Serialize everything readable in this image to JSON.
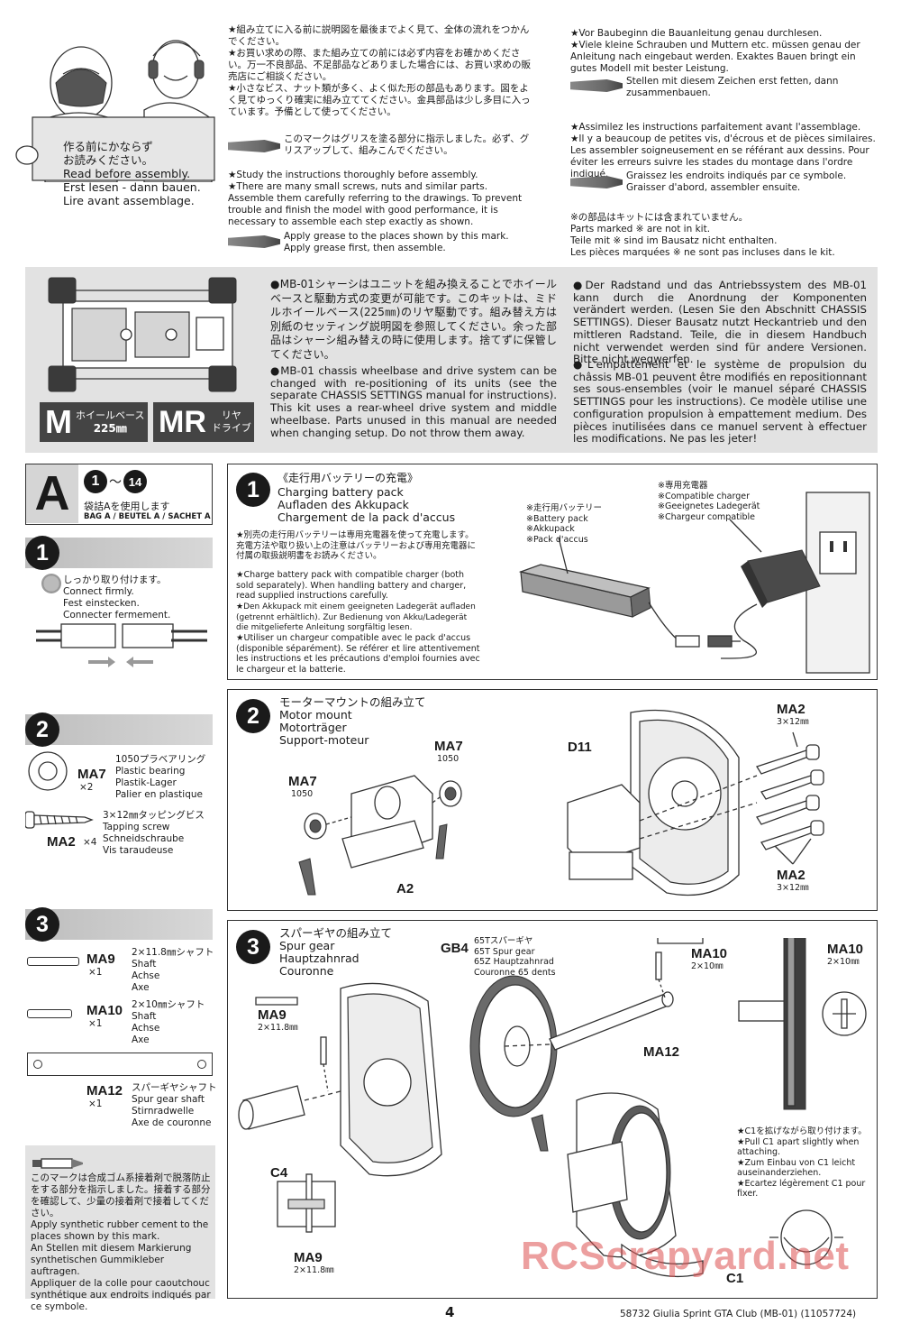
{
  "intro": {
    "ja": "★組み立てに入る前に説明図を最後までよく見て、全体の流れをつかんでください。\n★お買い求めの際、また組み立ての前には必ず内容をお確かめください。万一不良部品、不足部品などありました場合には、お買い求めの販売店にご相談ください。\n★小さなビス、ナット類が多く、よく似た形の部品もあります。図をよく見てゆっくり確実に組み立ててください。金具部品は少し多目に入っています。予備として使ってください。",
    "ja_grease": "このマークはグリスを塗る部分に指示しました。必ず、グリスアップして、組みこんでください。",
    "en": "★Study the instructions thoroughly before assembly.\n★There are many small screws, nuts and similar parts. Assemble them carefully referring to the drawings. To prevent trouble and finish the model with good performance, it is necessary to assemble each step exactly as shown.",
    "en_grease": "Apply grease to the places shown by this mark.\nApply grease first, then assemble.",
    "de": "★Vor Baubeginn die Bauanleitung genau durchlesen.\n★Viele kleine Schrauben und Muttern etc. müssen genau der Anleitung nach eingebaut werden. Exaktes Bauen bringt ein gutes Modell mit bester Leistung.",
    "de_grease": "Stellen mit diesem Zeichen erst fetten, dann zusammenbauen.",
    "fr": "★Assimilez les instructions parfaitement avant l'assemblage.\n★Il y a beaucoup de petites vis, d'écrous et de pièces similaires. Les assembler soigneusement en se référant aux dessins. Pour éviter les erreurs suivre les stades du montage dans l'ordre indiqué.",
    "fr_grease": "Graissez les endroits indiqués par ce symbole.\nGraisser d'abord, assembler ensuite.",
    "not_included": "※の部品はキットには含まれていません。\nParts marked ※ are not in kit.\nTeile mit ※ sind im Bausatz nicht enthalten.\nLes pièces marquées ※ ne sont pas incluses dans le kit.",
    "sign": "作る前にかならず\nお読みください。\nRead before assembly.\nErst lesen - dann bauen.\nLire avant assemblage."
  },
  "chassis": {
    "ja": "●MB-01シャーシはユニットを組み換えることでホイールベースと駆動方式の変更が可能です。このキットは、ミドルホイールベース(225㎜)のリヤ駆動です。組み替え方は別紙のセッティング説明図を参照してください。余った部品はシャーシ組み替えの時に使用します。捨てずに保管してください。",
    "en": "●MB-01 chassis wheelbase and drive system can be changed with re-positioning of its units (see the separate CHASSIS SETTINGS manual for instructions). This kit uses a rear-wheel drive system and middle wheelbase. Parts unused in this manual are needed when changing setup. Do not throw them away.",
    "de": "●Der Radstand und das Antriebssystem des MB-01 kann durch die Anordnung der Komponenten verändert werden. (Lesen Sie den Abschnitt CHASSIS SETTINGS). Dieser Bausatz nutzt Heckantrieb und den mittleren Radstand. Teile, die in diesem Handbuch nicht verwendet werden sind für andere Versionen. Bitte nicht wegwerfen.",
    "fr": "●L'empattement et le système de propulsion du châssis MB-01 peuvent être modifiés en repositionnant ses sous-ensembles (voir le manuel séparé CHASSIS SETTINGS pour les instructions). Ce modèle utilise une configuration propulsion à empattement medium. Des pièces inutilisées dans ce manuel servent à effectuer les modifications. Ne pas les jeter!",
    "badge_m_letter": "M",
    "badge_m_line1": "ホイールベース",
    "badge_m_line2": "225㎜",
    "badge_mr_letter": "MR",
    "badge_mr_line1": "リヤ",
    "badge_mr_line2": "ドライブ"
  },
  "section_a": {
    "letter": "A",
    "range_from": "1",
    "range_sep": "～",
    "range_to": "14",
    "bag_ja": "袋詰Aを使用します",
    "bag_en": "BAG A / BEUTEL A / SACHET A"
  },
  "step1": {
    "number": "1",
    "title_ja": "《走行用バッテリーの充電》",
    "title_en": "Charging battery pack",
    "title_de": "Aufladen des Akkupack",
    "title_fr": "Chargement de la pack d'accus",
    "note_ja": "★別売の走行用バッテリーは専用充電器を使って充電します。充電方法や取り扱い上の注意はバッテリーおよび専用充電器に付属の取扱説明書をお読みください。",
    "note_en": "★Charge battery pack with compatible charger (both sold separately). When handling battery and charger, read supplied instructions carefully.",
    "note_de": "★Den Akkupack mit einem geeigneten Ladegerät aufladen (getrennt erhältlich). Zur Bedienung von Akku/Ladegerät die mitgelieferte Anleitung sorgfältig lesen.",
    "note_fr": "★Utiliser un chargeur compatible avec le pack d'accus (disponible séparément). Se référer et lire attentivement les instructions et les précautions d'emploi fournies avec le chargeur et la batterie.",
    "battery_label": "※走行用バッテリー\n※Battery pack\n※Akkupack\n※Pack d'accus",
    "charger_label": "※専用充電器\n※Compatible charger\n※Geeignetes Ladegerät\n※Chargeur compatible",
    "connect_label": "しっかり取り付けます。\nConnect firmly.\nFest einstecken.\nConnecter fermement."
  },
  "step2": {
    "number": "2",
    "title": "モーターマウントの組み立て\nMotor mount\nMotorträger\nSupport-moteur",
    "ma7_code": "MA7",
    "ma7_qty": "×2",
    "ma7_desc": "1050プラベアリング\nPlastic bearing\nPlastik-Lager\nPalier en plastique",
    "ma2_code": "MA2",
    "ma2_qty": "×4",
    "ma2_desc": "3×12㎜タッピングビス\nTapping screw\nSchneidschraube\nVis taraudeuse",
    "lbl_ma7": "MA7",
    "lbl_1050": "1050",
    "lbl_a2": "A2",
    "lbl_d11": "D11",
    "lbl_ma2": "MA2",
    "lbl_3x12": "3×12㎜"
  },
  "step3": {
    "number": "3",
    "title": "スパーギヤの組み立て\nSpur gear\nHauptzahnrad\nCouronne",
    "ma9_code": "MA9",
    "ma9_qty": "×1",
    "ma9_desc": "2×11.8㎜シャフト\nShaft\nAchse\nAxe",
    "ma10_code": "MA10",
    "ma10_qty": "×1",
    "ma10_desc": "2×10㎜シャフト\nShaft\nAchse\nAxe",
    "ma12_code": "MA12",
    "ma12_qty": "×1",
    "ma12_desc": "スパーギヤシャフト\nSpur gear shaft\nStirnradwelle\nAxe de couronne",
    "cement_note": "このマークは合成ゴム系接着剤で脱落防止をする部分を指示しました。接着する部分を確認して、少量の接着剤で接着してください。\nApply synthetic rubber cement to the places shown by this mark.\nAn Stellen mit diesem Markierung synthetischen Gummikleber auftragen.\nAppliquer de la colle pour caoutchouc synthétique aux endroits indiqués par ce symbole.",
    "lbl_gb4": "GB4",
    "gb4_desc": "65Tスパーギヤ\n65T Spur gear\n65Z Hauptzahnrad\nCouronne 65 dents",
    "lbl_ma9": "MA9",
    "lbl_ma9_size": "2×11.8㎜",
    "lbl_ma10": "MA10",
    "lbl_ma10_size": "2×10㎜",
    "lbl_ma12": "MA12",
    "lbl_c4": "C4",
    "lbl_c1": "C1",
    "c1_note": "★C1を拡げながら取り付けます。\n★Pull C1 apart slightly when attaching.\n★Zum Einbau von C1 leicht auseinanderziehen.\n★Ecartez légèrement C1 pour fixer."
  },
  "footer": {
    "page": "4",
    "doc": "58732  Giulia Sprint GTA Club (MB-01) (11057724)",
    "watermark": "RCScrapyard.net"
  }
}
